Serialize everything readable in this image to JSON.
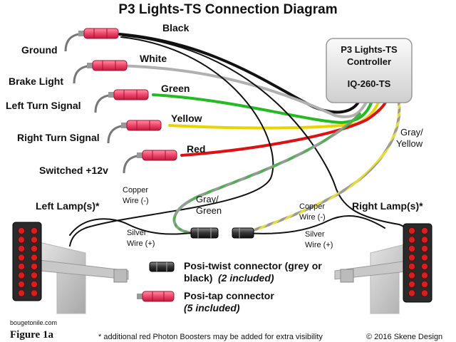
{
  "title": "P3 Lights-TS Connection Diagram",
  "controller": {
    "line1": "P3 Lights-TS",
    "line2": "Controller",
    "model": "IQ-260-TS"
  },
  "connections": [
    {
      "label": "Ground",
      "wire": "Black",
      "color": "#111111"
    },
    {
      "label": "Brake Light",
      "wire": "White",
      "color": "#b0b0b0"
    },
    {
      "label": "Left Turn Signal",
      "wire": "Green",
      "color": "#22bb22"
    },
    {
      "label": "Right Turn Signal",
      "wire": "Yellow",
      "color": "#e8d400"
    },
    {
      "label": "Switched +12v",
      "wire": "Red",
      "color": "#dd1111"
    }
  ],
  "gray_yellow": [
    "Gray/",
    "Yellow"
  ],
  "gray_green": [
    "Gray/",
    "Green"
  ],
  "left_lamp": {
    "label": "Left Lamp(s)*",
    "copper": [
      "Copper",
      "Wire (-)"
    ],
    "silver": [
      "Silver",
      "Wire (+)"
    ]
  },
  "right_lamp": {
    "label": "Right Lamp(s)*",
    "copper": [
      "Copper",
      "Wire (-)"
    ],
    "silver": [
      "Silver",
      "Wire (+)"
    ]
  },
  "legend": {
    "posi_twist_a": "Posi-twist connector (grey or",
    "posi_twist_b": "black)",
    "posi_twist_c": "(2 included)",
    "posi_tap_a": "Posi-tap connector",
    "posi_tap_b": "(5 included)"
  },
  "watermark": "bougetonile.com",
  "figure": "Figure 1a",
  "footnote": "* additional red Photon Boosters may be added for extra visibility",
  "copyright": "© 2016 Skene Design",
  "colors": {
    "gray": "#8a8a8a",
    "tap_pink": "#f04a6a",
    "lamp_red": "#d42020",
    "lamp_body": "#2a2a2a"
  }
}
